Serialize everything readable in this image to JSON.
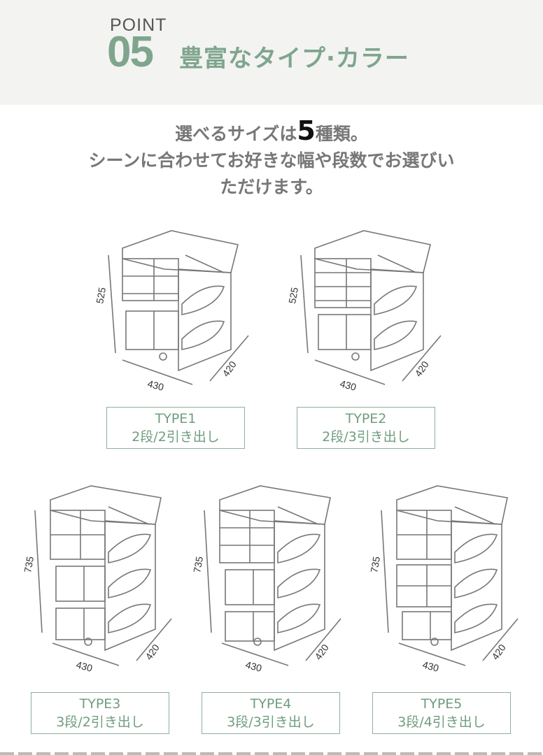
{
  "header": {
    "point_label": "POINT",
    "point_number": "05",
    "title": "豊富なタイプ·カラー"
  },
  "intro": {
    "line1_before": "選べるサイズは",
    "line1_number": "5",
    "line1_after": "種類。",
    "line2": "シーンに合わせてお好きな幅や段数でお選びい",
    "line3": "ただけます。"
  },
  "types": [
    {
      "name": "TYPE1",
      "spec": "2段/2引き出し",
      "height": "525",
      "width": "430",
      "depth": "420"
    },
    {
      "name": "TYPE2",
      "spec": "2段/3引き出し",
      "height": "525",
      "width": "430",
      "depth": "420"
    },
    {
      "name": "TYPE3",
      "spec": "3段/2引き出し",
      "height": "735",
      "width": "430",
      "depth": "420"
    },
    {
      "name": "TYPE4",
      "spec": "3段/3引き出し",
      "height": "735",
      "width": "430",
      "depth": "420"
    },
    {
      "name": "TYPE5",
      "spec": "3段/4引き出し",
      "height": "735",
      "width": "430",
      "depth": "420"
    }
  ],
  "colors": {
    "accent": "#7fa58d",
    "header_bg": "#f3f3f2",
    "line": "#777777"
  }
}
